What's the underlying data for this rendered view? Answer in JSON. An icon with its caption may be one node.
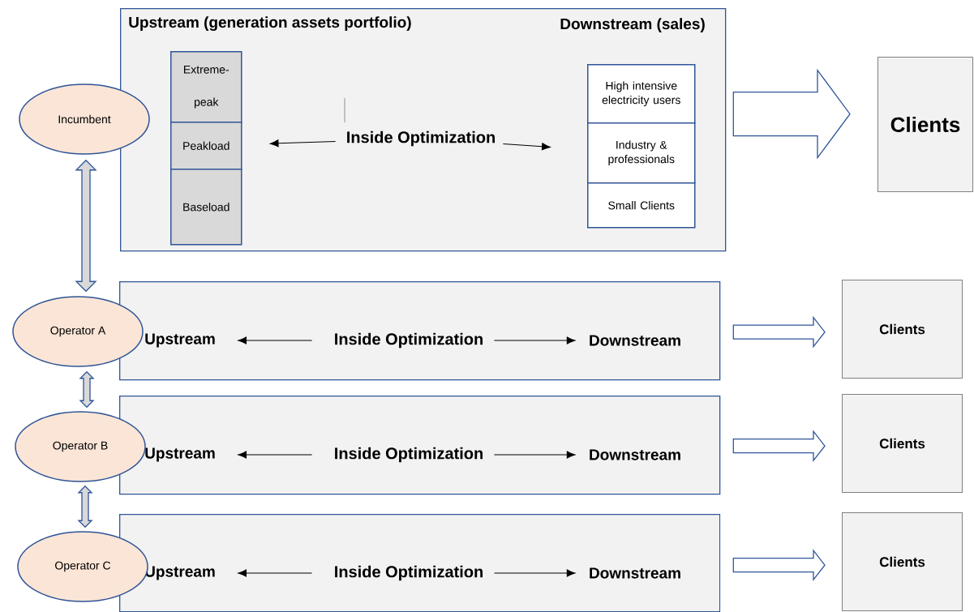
{
  "diagram": {
    "nodes": [
      {
        "text": [
          "Incumbent"
        ]
      },
      {
        "text": [
          "Upstream (generation assets portfolio)",
          "Downstream (sales)"
        ]
      },
      {
        "text": [
          "Extreme- peak"
        ],
        "in": 1
      },
      {
        "text": [
          "Peakload"
        ],
        "in": 1
      },
      {
        "text": [
          "Baseload"
        ],
        "in": 1
      },
      {
        "text": [
          "Inside Optimization"
        ],
        "in": 1
      },
      {
        "text": [
          "High intensive electricity users"
        ],
        "in": 1
      },
      {
        "text": [
          "Industry & professionals"
        ],
        "in": 1
      },
      {
        "text": [
          "Small Clients"
        ],
        "in": 1
      },
      {
        "text": [
          "Clients"
        ]
      },
      {
        "text": [
          "Operator A"
        ]
      },
      {
        "text": [],
        "shape": "box"
      },
      {
        "text": [
          "Upstream"
        ],
        "in": 11
      },
      {
        "text": [
          "Inside Optimization"
        ],
        "in": 11
      },
      {
        "text": [
          "Downstream"
        ],
        "in": 11
      },
      {
        "text": [
          "Clients"
        ]
      },
      {
        "text": [
          "Operator B"
        ]
      },
      {
        "text": [],
        "shape": "box"
      },
      {
        "text": [
          "Upstream"
        ],
        "in": 17
      },
      {
        "text": [
          "Inside Optimization"
        ],
        "in": 17
      },
      {
        "text": [
          "Downstream"
        ],
        "in": 17
      },
      {
        "text": [
          "Clients"
        ]
      },
      {
        "text": [
          "Operator C"
        ]
      },
      {
        "text": [],
        "shape": "box"
      },
      {
        "text": [
          "Upstream"
        ],
        "in": 23
      },
      {
        "text": [
          "Inside Optimization"
        ],
        "in": 23
      },
      {
        "text": [
          "Downstream"
        ],
        "in": 23
      },
      {
        "text": [
          "Clients"
        ]
      }
    ],
    "edges": [
      {
        "from": 5,
        "to": 3,
        "arrow": "to"
      },
      {
        "from": 5,
        "to": 7,
        "arrow": "to"
      },
      {
        "from": 1,
        "to": 9,
        "arrow": "to",
        "style": "thick",
        "color": "#2f5597"
      },
      {
        "from": 0,
        "to": 10,
        "arrow": "both",
        "style": "thick",
        "color": "#2f5597"
      },
      {
        "from": 13,
        "to": 12,
        "arrow": "to"
      },
      {
        "from": 13,
        "to": 14,
        "arrow": "to"
      },
      {
        "from": 11,
        "to": 15,
        "arrow": "to",
        "style": "thick",
        "color": "#2f5597"
      },
      {
        "from": 10,
        "to": 16,
        "arrow": "both",
        "style": "thick",
        "color": "#2f5597"
      },
      {
        "from": 19,
        "to": 18,
        "arrow": "to"
      },
      {
        "from": 19,
        "to": 20,
        "arrow": "to"
      },
      {
        "from": 17,
        "to": 21,
        "arrow": "to",
        "style": "thick",
        "color": "#2f5597"
      },
      {
        "from": 16,
        "to": 22,
        "arrow": "both",
        "style": "thick",
        "color": "#2f5597"
      },
      {
        "from": 25,
        "to": 24,
        "arrow": "to"
      },
      {
        "from": 25,
        "to": 26,
        "arrow": "to"
      },
      {
        "from": 23,
        "to": 27,
        "arrow": "to",
        "style": "thick",
        "color": "#2f5597"
      }
    ]
  }
}
